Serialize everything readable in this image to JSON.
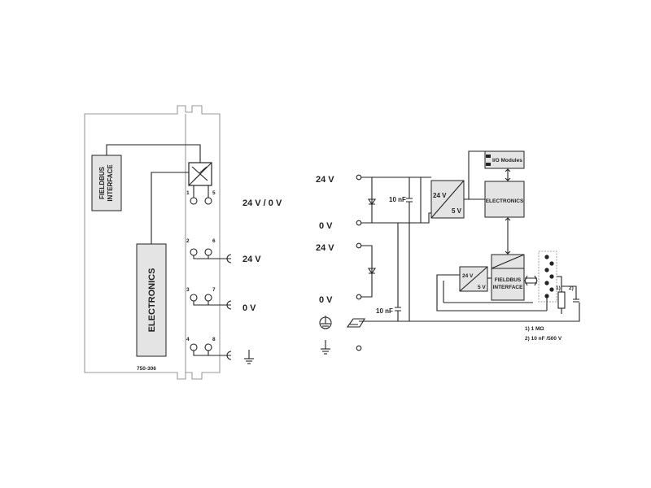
{
  "module": {
    "fieldbus_interface": [
      "FIELDBUS",
      "INTERFACE"
    ],
    "electronics": "ELECTRONICS",
    "part_number": "750-306",
    "pins": [
      "1",
      "5",
      "2",
      "6",
      "3",
      "7",
      "4",
      "8"
    ]
  },
  "terminals": {
    "supply_pair": "24 V / 0 V",
    "v24": "24 V",
    "v0": "0 V"
  },
  "schematic": {
    "in1_top": "24 V",
    "in1_bottom": "0 V",
    "in2_top": "24 V",
    "in2_bottom": "0 V",
    "cap_a": "10 nF",
    "cap_b": "10 nF",
    "conv_in": "24 V",
    "conv_out": "5 V",
    "electronics": "ELECTRONICS",
    "io_modules": "I/O Modules",
    "conv2_in": "24 V",
    "conv2_out": "5 V",
    "fieldbus_interface": [
      "FIELDBUS",
      "INTERFACE"
    ],
    "mark1": "1)",
    "mark2": "2)",
    "notes": [
      "1) 1 MΩ",
      "2) 10 nF /500 V"
    ]
  }
}
